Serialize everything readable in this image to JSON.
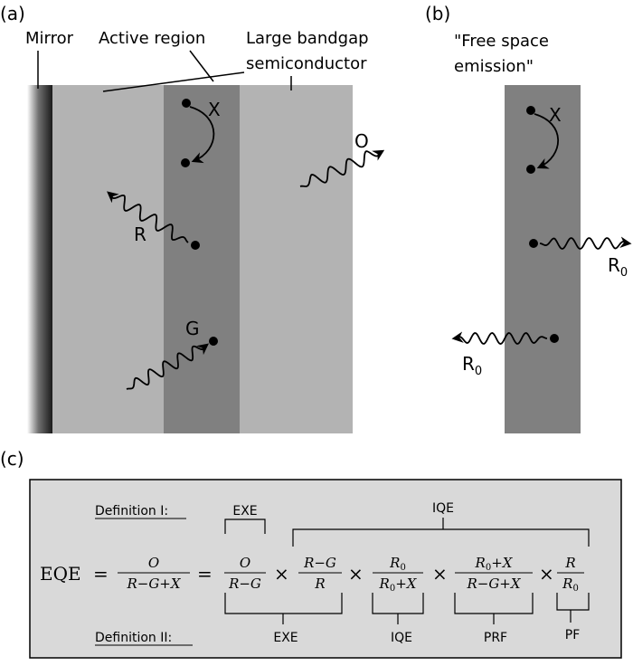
{
  "panel_a": {
    "label": "(a)",
    "mirror_label": "Mirror",
    "active_label": "Active region",
    "large_bandgap_label_1": "Large bandgap",
    "large_bandgap_label_2": "semiconductor",
    "x_label": "X",
    "o_label": "O",
    "r_label": "R",
    "g_label": "G"
  },
  "panel_b": {
    "label": "(b)",
    "title_1": "\"Free space",
    "title_2": "emission\"",
    "x_label": "X",
    "r0_right": "R",
    "r0_right_sub": "0",
    "r0_left": "R",
    "r0_left_sub": "0"
  },
  "panel_c": {
    "label": "(c)",
    "def1": "Definition I:",
    "def2": "Definition II:",
    "exe_top": "EXE",
    "iqe_top": "IQE",
    "exe_bottom": "EXE",
    "iqe_bottom": "IQE",
    "prf_bottom": "PRF",
    "pf_bottom": "PF",
    "eqe": "EQE",
    "equals": "=",
    "times": "×",
    "frac1_num": "O",
    "frac1_den": "R−G+X",
    "frac2_num": "O",
    "frac2_den": "R−G",
    "frac3_num": "R−G",
    "frac3_den": "R",
    "frac4_num": "R",
    "frac4_num_sub": "0",
    "frac4_den": "R",
    "frac4_den_sub": "0",
    "frac4_den_rest": "+X",
    "frac5_num": "R",
    "frac5_num_sub": "0",
    "frac5_num_rest": "+X",
    "frac5_den": "R−G+X",
    "frac6_num": "R",
    "frac6_den": "R",
    "frac6_den_sub": "0"
  },
  "colors": {
    "light_gray": "#b3b3b3",
    "dark_gray": "#808080",
    "box_fill": "#d9d9d9",
    "ink": "#000000"
  }
}
